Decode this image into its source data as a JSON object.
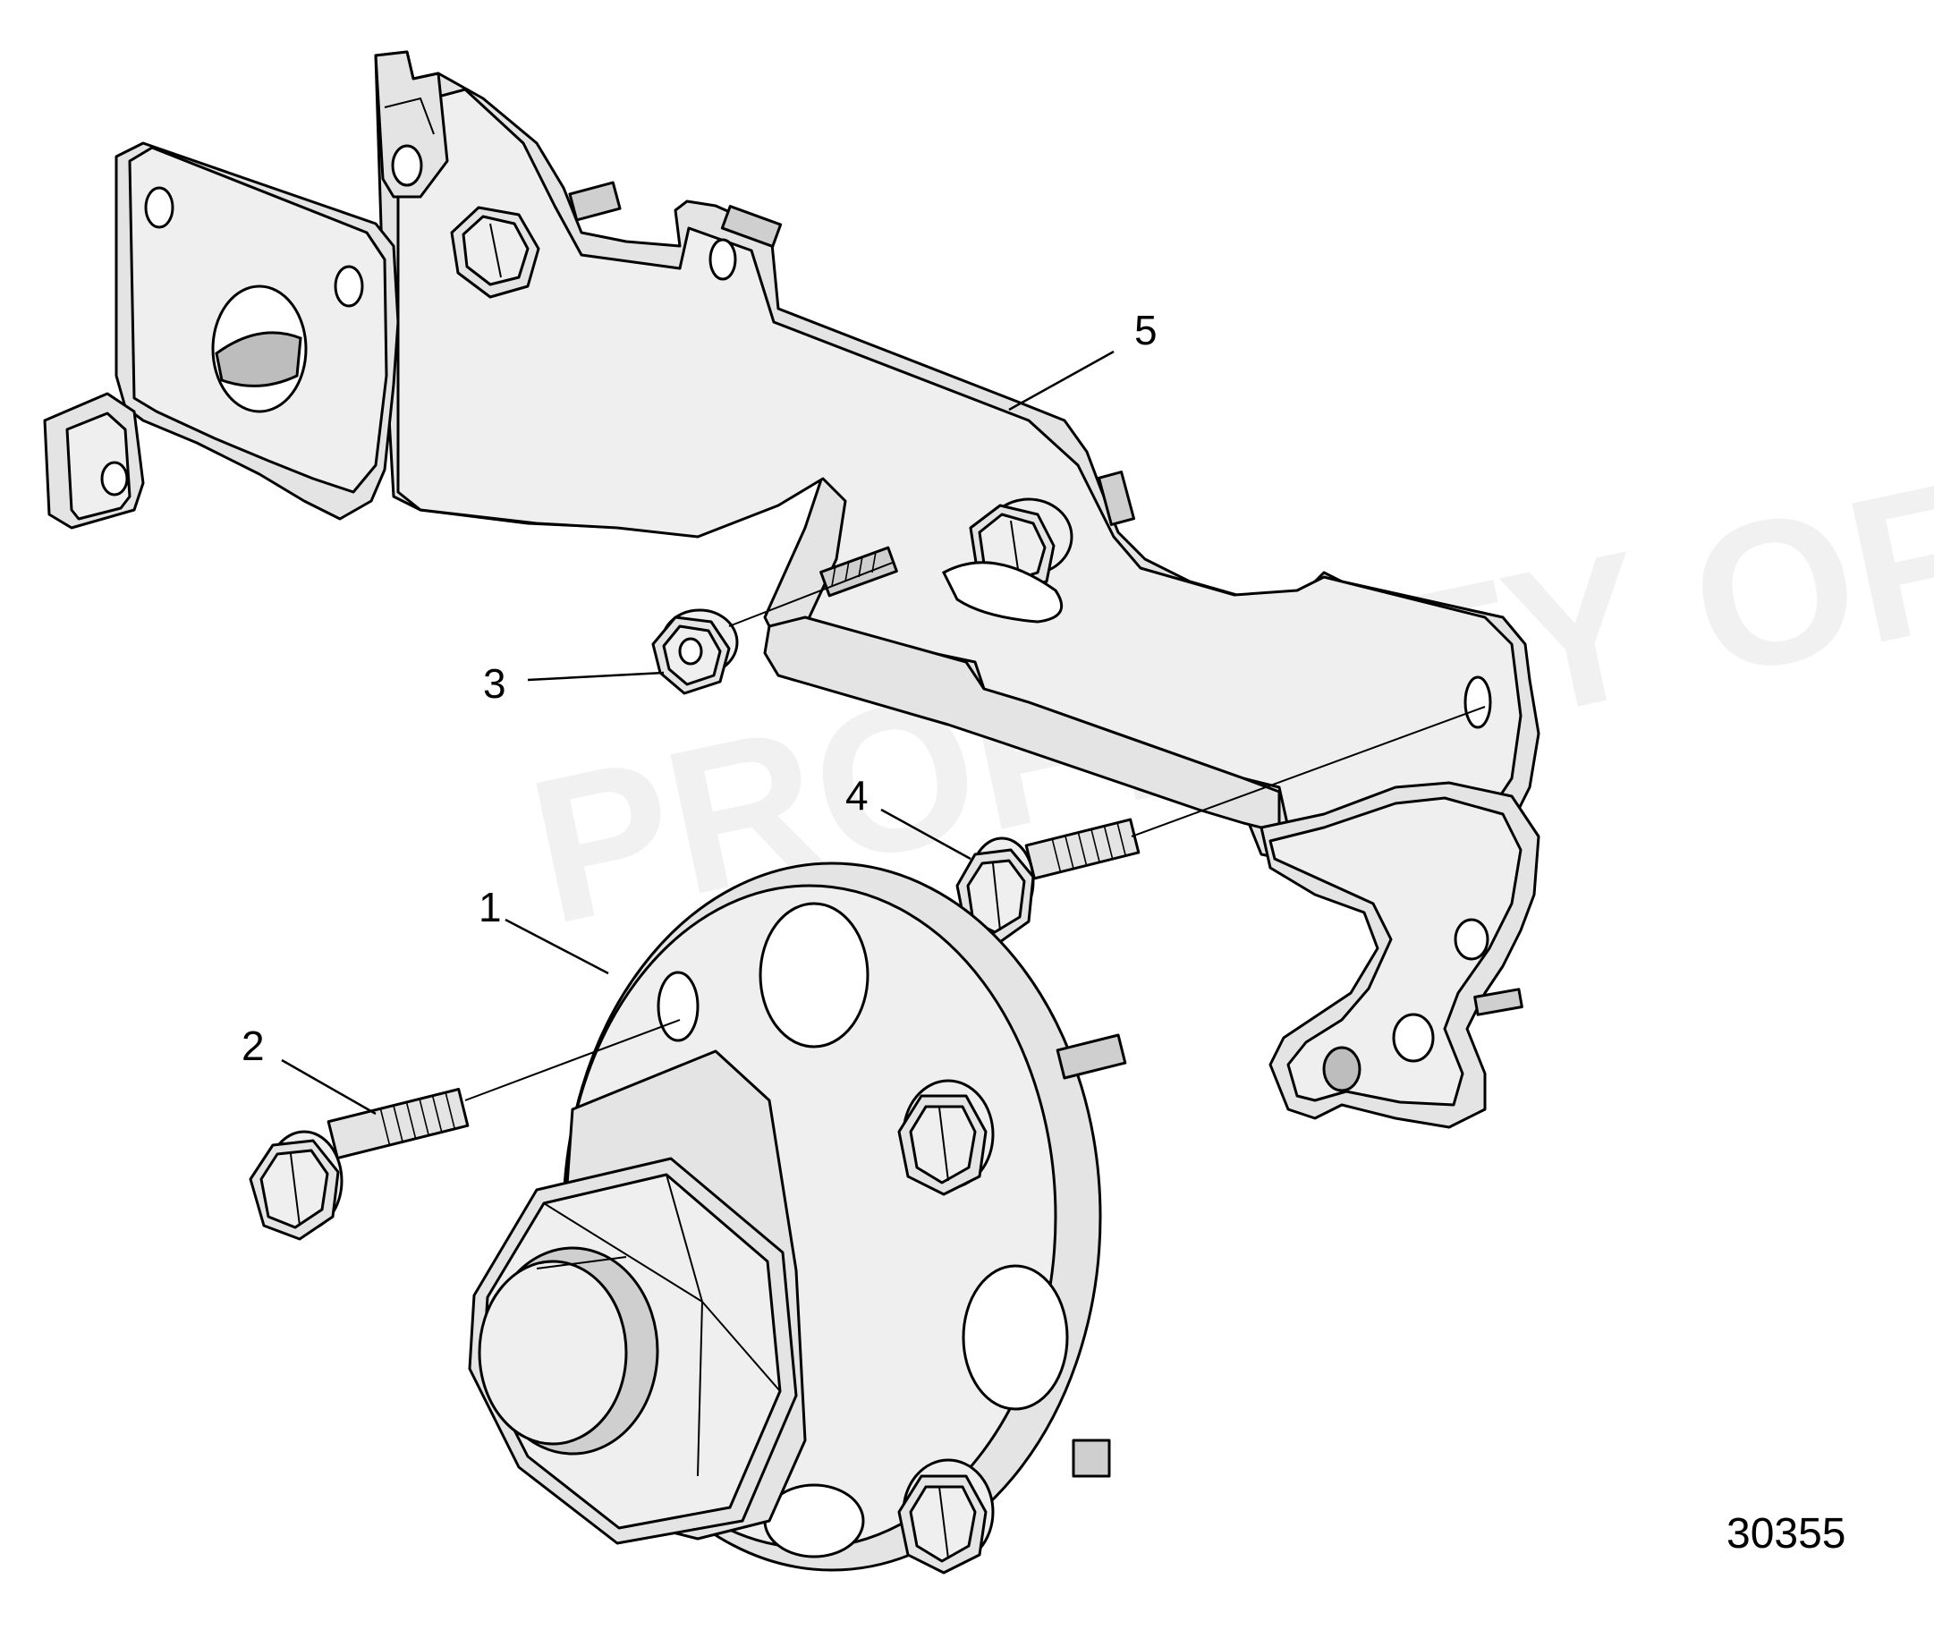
{
  "diagram": {
    "figure_number": "30355",
    "callouts": [
      {
        "id": "callout-1",
        "label": "1"
      },
      {
        "id": "callout-2",
        "label": "2"
      },
      {
        "id": "callout-3",
        "label": "3"
      },
      {
        "id": "callout-4",
        "label": "4"
      },
      {
        "id": "callout-5",
        "label": "5"
      }
    ],
    "watermark": "PROPERTY OF VOLVO PENTA"
  }
}
